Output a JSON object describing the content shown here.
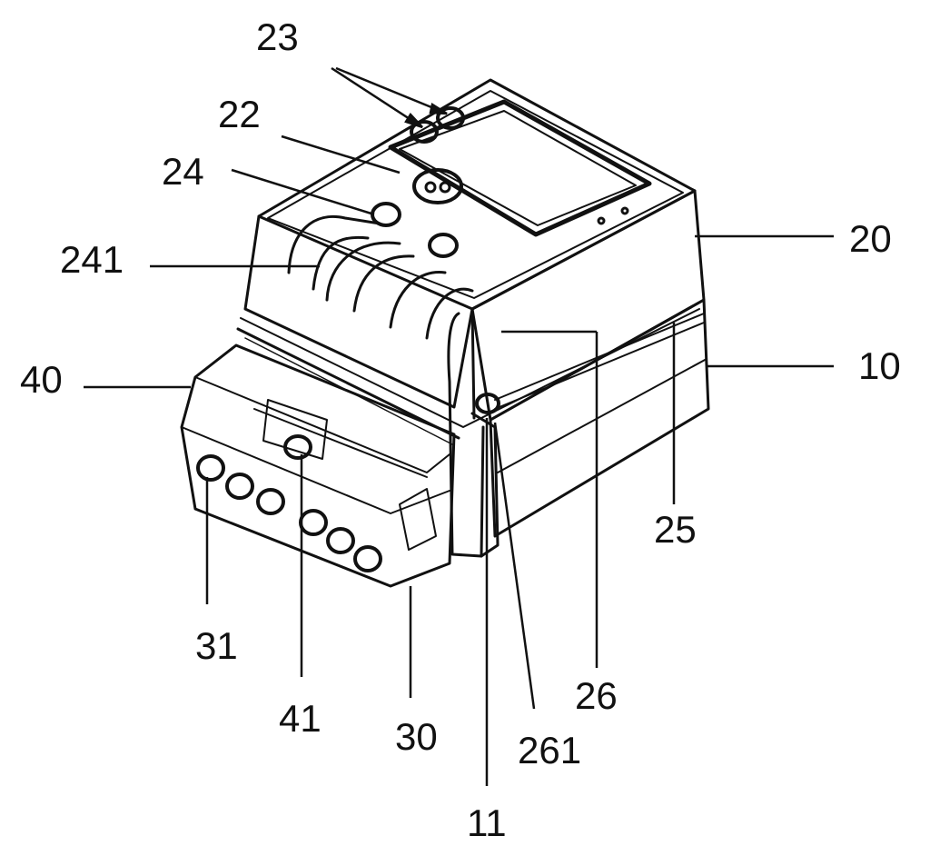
{
  "figure": {
    "labels": {
      "l23": "23",
      "l22": "22",
      "l24": "24",
      "l241": "241",
      "l20": "20",
      "l40": "40",
      "l10": "10",
      "l25": "25",
      "l31": "31",
      "l41": "41",
      "l30": "30",
      "l26": "26",
      "l261": "261",
      "l11": "11"
    },
    "colors": {
      "line": "#111111",
      "background": "#ffffff"
    }
  }
}
